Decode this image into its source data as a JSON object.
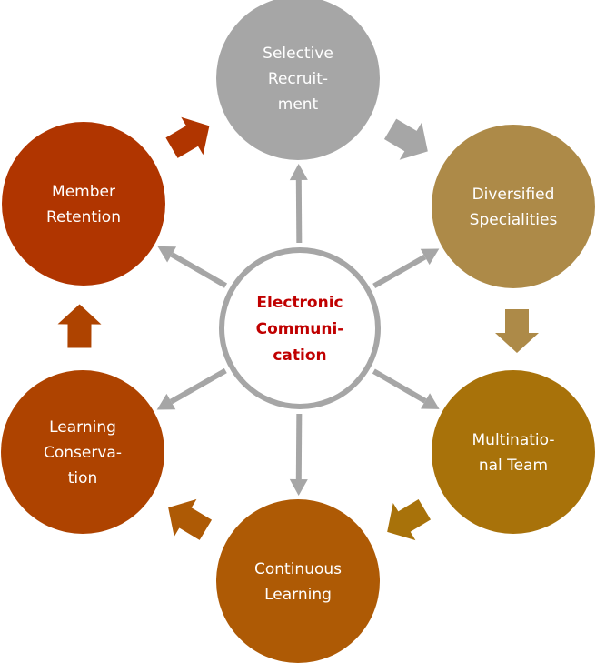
{
  "diagram": {
    "type": "hub-and-cycle",
    "center": {
      "id": "electronic-communication",
      "label_lines": [
        "Electronic",
        "Communi-",
        "cation"
      ],
      "text_color": "#c00000",
      "border_color": "#a6a6a6",
      "fill": "#ffffff"
    },
    "nodes": [
      {
        "id": "selective-recruitment",
        "label_lines": [
          "Selective",
          "Recruit-",
          "ment"
        ],
        "color": "#a6a6a6"
      },
      {
        "id": "diversified-specialities",
        "label_lines": [
          "Diversified",
          "Specialities"
        ],
        "color": "#ad8a48"
      },
      {
        "id": "multinational-team",
        "label_lines": [
          "Multinatio-",
          "nal Team"
        ],
        "color": "#a8720a"
      },
      {
        "id": "continuous-learning",
        "label_lines": [
          "Continuous",
          "Learning"
        ],
        "color": "#ae5a05"
      },
      {
        "id": "learning-conservation",
        "label_lines": [
          "Learning",
          "Conserva-",
          "tion"
        ],
        "color": "#ae4300"
      },
      {
        "id": "member-retention",
        "label_lines": [
          "Member",
          "Retention"
        ],
        "color": "#b03500"
      }
    ],
    "cycle_arrows": [
      {
        "from": "selective-recruitment",
        "to": "diversified-specialities",
        "color": "#a6a6a6"
      },
      {
        "from": "diversified-specialities",
        "to": "multinational-team",
        "color": "#ad8a48"
      },
      {
        "from": "multinational-team",
        "to": "continuous-learning",
        "color": "#a8720a"
      },
      {
        "from": "continuous-learning",
        "to": "learning-conservation",
        "color": "#ae5a05"
      },
      {
        "from": "learning-conservation",
        "to": "member-retention",
        "color": "#ae4300"
      },
      {
        "from": "member-retention",
        "to": "selective-recruitment",
        "color": "#b03500"
      }
    ],
    "spoke_arrows": {
      "from": "electronic-communication",
      "to": [
        "selective-recruitment",
        "diversified-specialities",
        "multinational-team",
        "continuous-learning",
        "learning-conservation",
        "member-retention"
      ],
      "color": "#a6a6a6"
    }
  }
}
